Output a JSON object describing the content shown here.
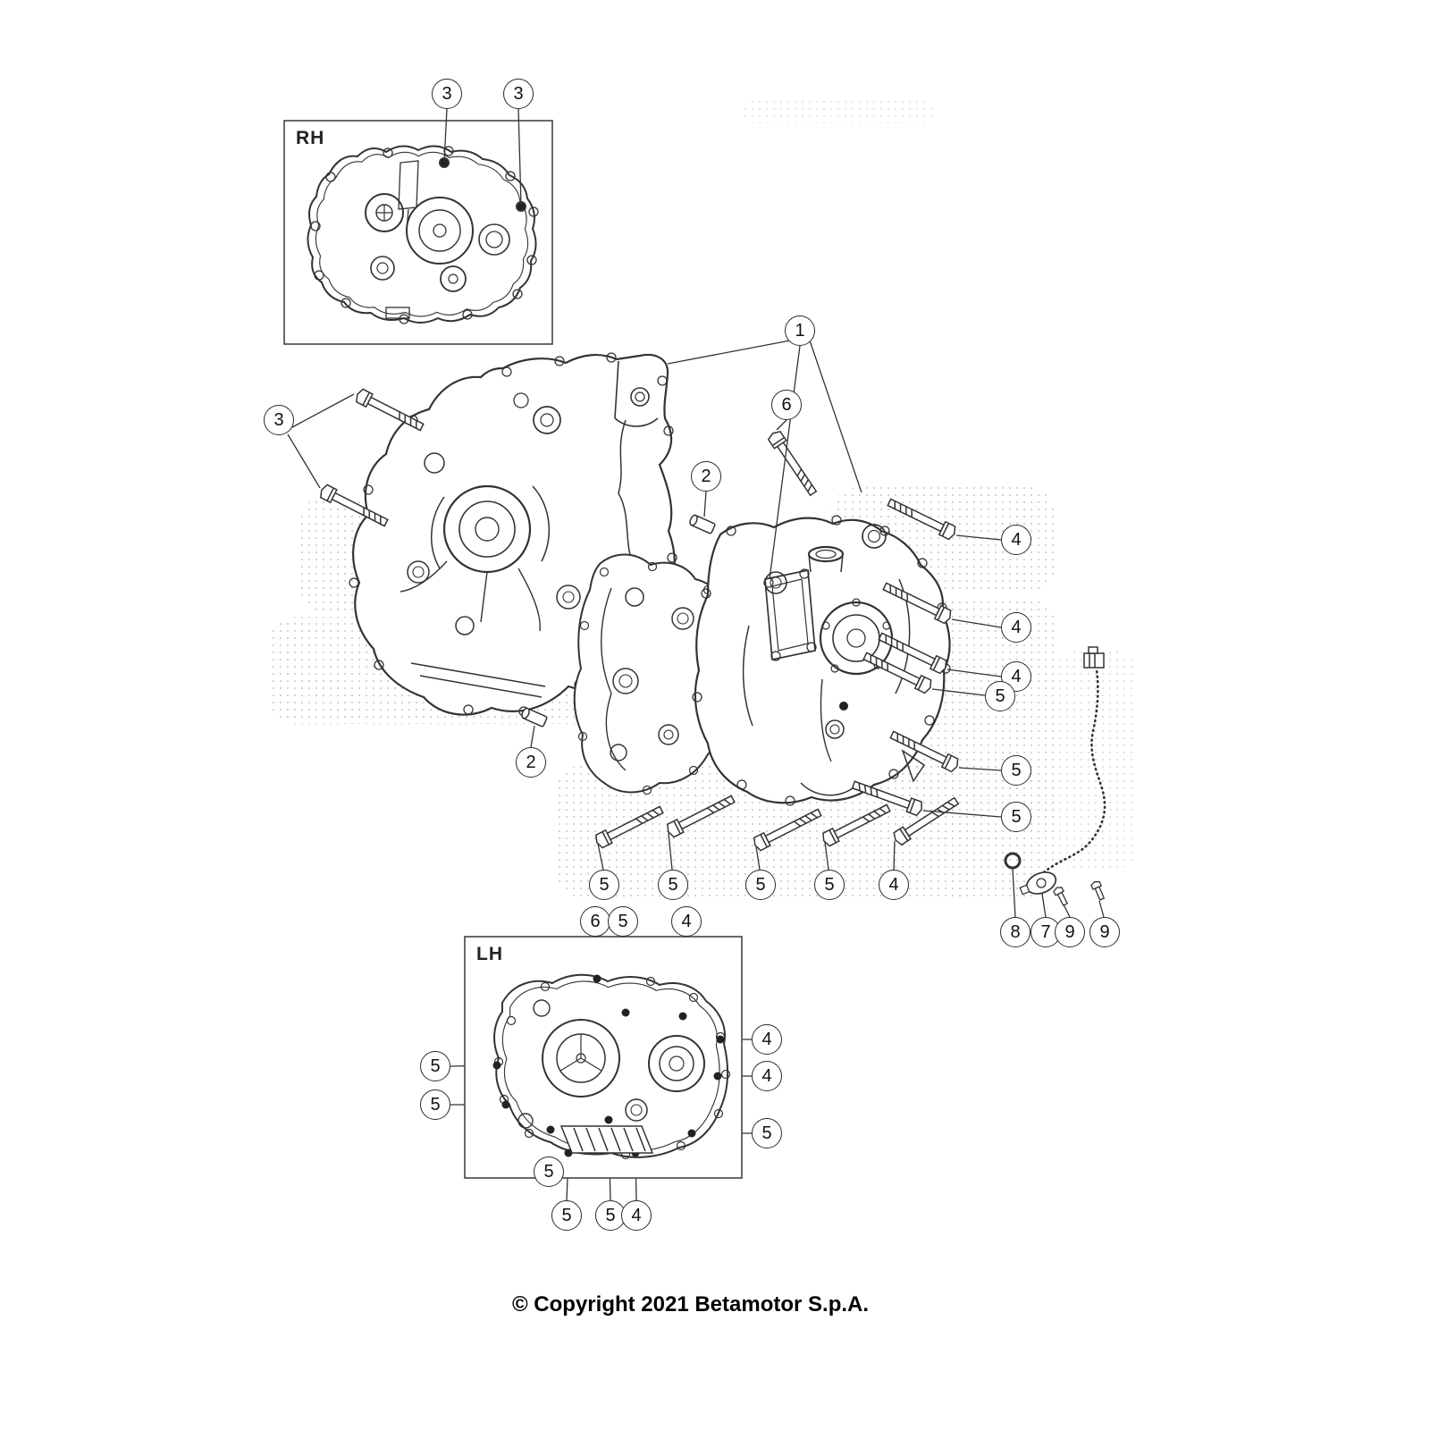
{
  "page": {
    "copyright": "© Copyright 2021 Betamotor S.p.A.",
    "line_color": "#333333",
    "background": "#ffffff"
  },
  "insets": {
    "rh": {
      "label": "RH"
    },
    "lh": {
      "label": "LH"
    }
  },
  "callouts": [
    {
      "label": "3"
    },
    {
      "label": "3"
    },
    {
      "label": "1"
    },
    {
      "label": "3"
    },
    {
      "label": "6"
    },
    {
      "label": "2"
    },
    {
      "label": "4"
    },
    {
      "label": "4"
    },
    {
      "label": "4"
    },
    {
      "label": "5"
    },
    {
      "label": "5"
    },
    {
      "label": "5"
    },
    {
      "label": "2"
    },
    {
      "label": "5"
    },
    {
      "label": "5"
    },
    {
      "label": "5"
    },
    {
      "label": "5"
    },
    {
      "label": "4"
    },
    {
      "label": "8"
    },
    {
      "label": "7"
    },
    {
      "label": "9"
    },
    {
      "label": "9"
    },
    {
      "label": "6"
    },
    {
      "label": "5"
    },
    {
      "label": "4"
    },
    {
      "label": "5"
    },
    {
      "label": "5"
    },
    {
      "label": "4"
    },
    {
      "label": "4"
    },
    {
      "label": "5"
    },
    {
      "label": "5"
    },
    {
      "label": "5"
    },
    {
      "label": "5"
    },
    {
      "label": "4"
    }
  ]
}
